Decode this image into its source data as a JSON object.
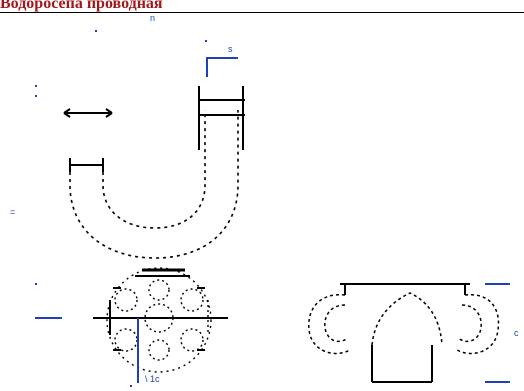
{
  "header": {
    "title": "Водоросепа  проводная"
  },
  "labels": {
    "top_n": "n",
    "top_right_s": "s",
    "left_eq": "=",
    "bottom_label": "\\ 1c",
    "right_c": "c"
  },
  "colors": {
    "title": "#a3171b",
    "lines": "#000000",
    "dimension": "#1f3fbf"
  }
}
